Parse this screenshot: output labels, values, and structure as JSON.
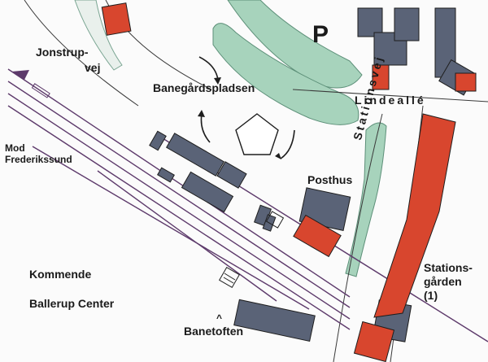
{
  "labels": {
    "parking": "P",
    "jonstrup_line1": "Jonstrup-",
    "jonstrup_line2": "vej",
    "banegaardspladsen": "Banegårdspladsen",
    "lindealle": "Lindeallé",
    "stationsvej": "Stationsvej",
    "mod_line1": "Mod",
    "mod_line2": "Frederikssund",
    "posthus": "Posthus",
    "kommende": "Kommende",
    "ballerup_center": "Ballerup Center",
    "stationsgaarden_line1": "Stations-",
    "stationsgaarden_line2": "gården",
    "stationsgaarden_line3": "(1)",
    "caret": "^",
    "banetoften": "Banetoften"
  },
  "colors": {
    "building_gray": "#5a6377",
    "building_red": "#d8462e",
    "green_strip": "#a7d3bc",
    "track": "#5d3a6b",
    "road_edge": "#3a3a3a"
  }
}
